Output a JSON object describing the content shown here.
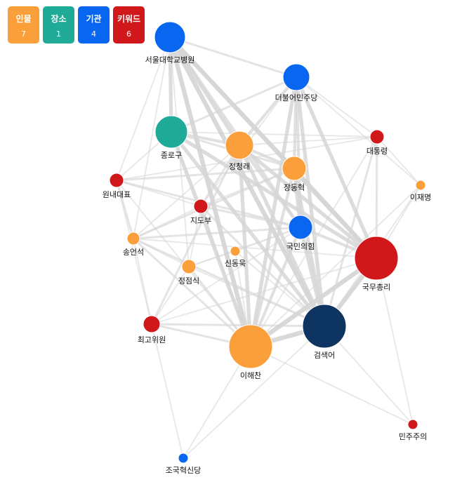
{
  "legend": [
    {
      "label": "인물",
      "count": "7",
      "color": "#fb9f3a"
    },
    {
      "label": "장소",
      "count": "1",
      "color": "#20ab98"
    },
    {
      "label": "기관",
      "count": "4",
      "color": "#0866f0"
    },
    {
      "label": "키워드",
      "count": "6",
      "color": "#d0171a"
    }
  ],
  "type_colors": {
    "person": "#fb9f3a",
    "place": "#20ab98",
    "org": "#0866f0",
    "keyword": "#d0171a",
    "search": "#0e3561"
  },
  "nodes": [
    {
      "id": "seoulhosp",
      "label": "서울대학교병원",
      "type": "org"
    },
    {
      "id": "minjoo",
      "label": "더불어민주당",
      "type": "org"
    },
    {
      "id": "jongno",
      "label": "종로구",
      "type": "place"
    },
    {
      "id": "jcr",
      "label": "정청래",
      "type": "person"
    },
    {
      "id": "president",
      "label": "대통령",
      "type": "keyword"
    },
    {
      "id": "jdh",
      "label": "장동혁",
      "type": "person"
    },
    {
      "id": "floor",
      "label": "원내대표",
      "type": "keyword"
    },
    {
      "id": "ljm",
      "label": "이재명",
      "type": "person"
    },
    {
      "id": "leaders",
      "label": "지도부",
      "type": "keyword"
    },
    {
      "id": "ppp",
      "label": "국민의힘",
      "type": "org"
    },
    {
      "id": "sus",
      "label": "송언석",
      "type": "person"
    },
    {
      "id": "sdw",
      "label": "신동욱",
      "type": "person"
    },
    {
      "id": "pm",
      "label": "국무총리",
      "type": "keyword"
    },
    {
      "id": "jjs",
      "label": "정점식",
      "type": "person"
    },
    {
      "id": "supreme",
      "label": "최고위원",
      "type": "keyword"
    },
    {
      "id": "search",
      "label": "검색어",
      "type": "search"
    },
    {
      "id": "lhc",
      "label": "이해찬",
      "type": "person"
    },
    {
      "id": "democracy",
      "label": "민주주의",
      "type": "keyword"
    },
    {
      "id": "rebuild",
      "label": "조국혁신당",
      "type": "org"
    }
  ],
  "edges": [
    [
      "seoulhosp",
      "minjoo",
      2
    ],
    [
      "seoulhosp",
      "jongno",
      4
    ],
    [
      "seoulhosp",
      "jcr",
      4
    ],
    [
      "seoulhosp",
      "pm",
      5
    ],
    [
      "seoulhosp",
      "search",
      5
    ],
    [
      "seoulhosp",
      "lhc",
      5
    ],
    [
      "seoulhosp",
      "jdh",
      3
    ],
    [
      "seoulhosp",
      "ppp",
      3
    ],
    [
      "seoulhosp",
      "floor",
      1
    ],
    [
      "seoulhosp",
      "sus",
      1
    ],
    [
      "seoulhosp",
      "jjs",
      1
    ],
    [
      "minjoo",
      "jcr",
      3
    ],
    [
      "minjoo",
      "jongno",
      2
    ],
    [
      "minjoo",
      "president",
      1
    ],
    [
      "minjoo",
      "jdh",
      3
    ],
    [
      "minjoo",
      "ppp",
      3
    ],
    [
      "minjoo",
      "pm",
      4
    ],
    [
      "minjoo",
      "search",
      4
    ],
    [
      "minjoo",
      "lhc",
      4
    ],
    [
      "minjoo",
      "ljm",
      1
    ],
    [
      "minjoo",
      "leaders",
      1
    ],
    [
      "jongno",
      "jcr",
      3
    ],
    [
      "jongno",
      "pm",
      4
    ],
    [
      "jongno",
      "search",
      4
    ],
    [
      "jongno",
      "lhc",
      4
    ],
    [
      "jongno",
      "jdh",
      2
    ],
    [
      "jongno",
      "president",
      1
    ],
    [
      "jongno",
      "floor",
      1
    ],
    [
      "jongno",
      "leaders",
      1
    ],
    [
      "jcr",
      "jdh",
      3
    ],
    [
      "jcr",
      "pm",
      4
    ],
    [
      "jcr",
      "search",
      4
    ],
    [
      "jcr",
      "lhc",
      4
    ],
    [
      "jcr",
      "ppp",
      3
    ],
    [
      "jcr",
      "president",
      1
    ],
    [
      "jcr",
      "leaders",
      2
    ],
    [
      "jcr",
      "supreme",
      2
    ],
    [
      "jcr",
      "sus",
      1
    ],
    [
      "president",
      "pm",
      2
    ],
    [
      "president",
      "search",
      2
    ],
    [
      "president",
      "ljm",
      1
    ],
    [
      "president",
      "lhc",
      1
    ],
    [
      "president",
      "floor",
      1
    ],
    [
      "jdh",
      "ppp",
      4
    ],
    [
      "jdh",
      "pm",
      4
    ],
    [
      "jdh",
      "search",
      4
    ],
    [
      "jdh",
      "lhc",
      3
    ],
    [
      "jdh",
      "floor",
      2
    ],
    [
      "jdh",
      "sus",
      2
    ],
    [
      "jdh",
      "leaders",
      1
    ],
    [
      "floor",
      "sus",
      2
    ],
    [
      "floor",
      "ppp",
      2
    ],
    [
      "floor",
      "supreme",
      1
    ],
    [
      "floor",
      "lhc",
      1
    ],
    [
      "floor",
      "leaders",
      1
    ],
    [
      "ljm",
      "pm",
      1
    ],
    [
      "ljm",
      "search",
      1
    ],
    [
      "ljm",
      "lhc",
      1
    ],
    [
      "leaders",
      "ppp",
      2
    ],
    [
      "leaders",
      "sus",
      1
    ],
    [
      "leaders",
      "search",
      2
    ],
    [
      "leaders",
      "lhc",
      2
    ],
    [
      "leaders",
      "jjs",
      1
    ],
    [
      "ppp",
      "pm",
      3
    ],
    [
      "ppp",
      "search",
      4
    ],
    [
      "ppp",
      "lhc",
      3
    ],
    [
      "ppp",
      "sus",
      2
    ],
    [
      "ppp",
      "jjs",
      1
    ],
    [
      "ppp",
      "sdw",
      1
    ],
    [
      "ppp",
      "supreme",
      1
    ],
    [
      "sus",
      "jjs",
      1
    ],
    [
      "sus",
      "supreme",
      1
    ],
    [
      "sus",
      "lhc",
      2
    ],
    [
      "sus",
      "search",
      2
    ],
    [
      "sus",
      "pm",
      1
    ],
    [
      "sdw",
      "search",
      1
    ],
    [
      "sdw",
      "lhc",
      1
    ],
    [
      "sdw",
      "jjs",
      1
    ],
    [
      "pm",
      "search",
      5
    ],
    [
      "pm",
      "lhc",
      5
    ],
    [
      "pm",
      "democracy",
      1
    ],
    [
      "pm",
      "supreme",
      1
    ],
    [
      "jjs",
      "supreme",
      1
    ],
    [
      "jjs",
      "lhc",
      2
    ],
    [
      "jjs",
      "search",
      1
    ],
    [
      "supreme",
      "lhc",
      2
    ],
    [
      "supreme",
      "search",
      2
    ],
    [
      "supreme",
      "rebuild",
      1
    ],
    [
      "search",
      "lhc",
      5
    ],
    [
      "search",
      "democracy",
      1
    ],
    [
      "search",
      "rebuild",
      1
    ],
    [
      "lhc",
      "democracy",
      1
    ],
    [
      "lhc",
      "rebuild",
      1
    ]
  ]
}
